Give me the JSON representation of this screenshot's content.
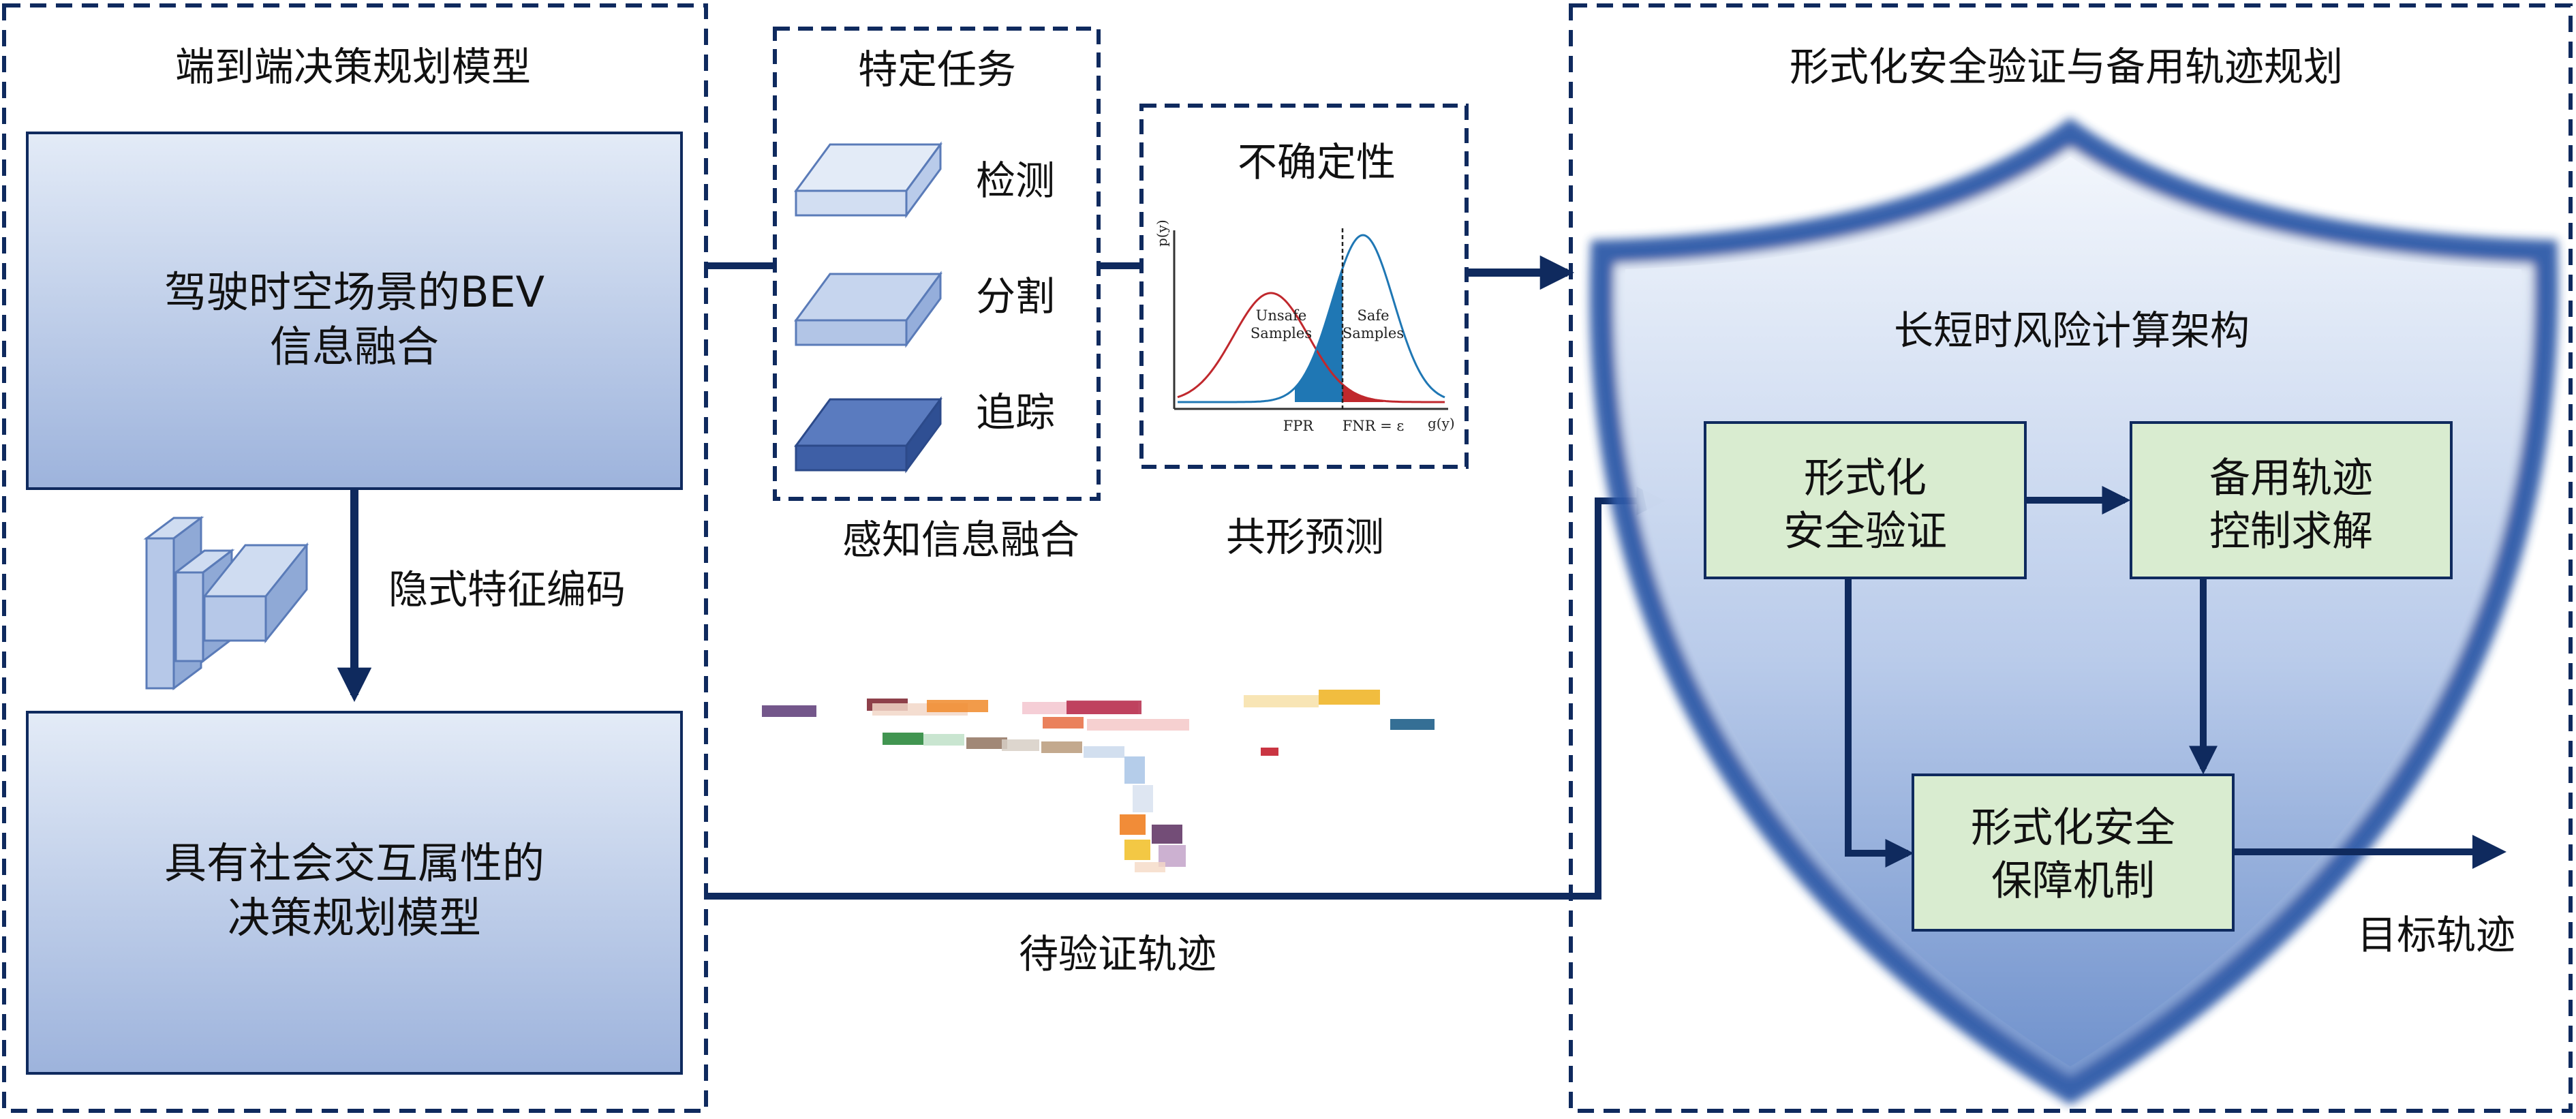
{
  "left_panel": {
    "title": "端到端决策规划模型",
    "box_top_line1": "驾驶时空场景的BEV",
    "box_top_line2": "信息融合",
    "arrow_label": "隐式特征编码",
    "box_bottom_line1": "具有社会交互属性的",
    "box_bottom_line2": "决策规划模型"
  },
  "task_panel": {
    "title": "特定任务",
    "tasks": [
      "检测",
      "分割",
      "追踪"
    ],
    "caption": "感知信息融合"
  },
  "uncertainty_panel": {
    "title": "不确定性",
    "caption": "共形预测",
    "plot": {
      "y_axis_label": "p(y)",
      "x_axis_label": "g(y)",
      "left_curve_label_1": "Unsafe",
      "left_curve_label_2": "Samples",
      "right_curve_label_1": "Safe",
      "right_curve_label_2": "Samples",
      "tick_fpr": "FPR",
      "tick_fnr": "FNR = ε"
    }
  },
  "middle": {
    "trajectory_label": "待验证轨迹"
  },
  "right_panel": {
    "title": "形式化安全验证与备用轨迹规划",
    "shield_title": "长短时风险计算架构",
    "box_verify_line1": "形式化",
    "box_verify_line2": "安全验证",
    "box_backup_line1": "备用轨迹",
    "box_backup_line2": "控制求解",
    "box_guarantee_line1": "形式化安全",
    "box_guarantee_line2": "保障机制",
    "output_label": "目标轨迹"
  },
  "colors": {
    "navy": "#0f2a5e",
    "box_blue_light": "#dce6f5",
    "box_blue_dark": "#98afd9",
    "green_box": "#d9ecd0",
    "curve_red": "#c0282d",
    "curve_blue": "#1f77b4"
  }
}
